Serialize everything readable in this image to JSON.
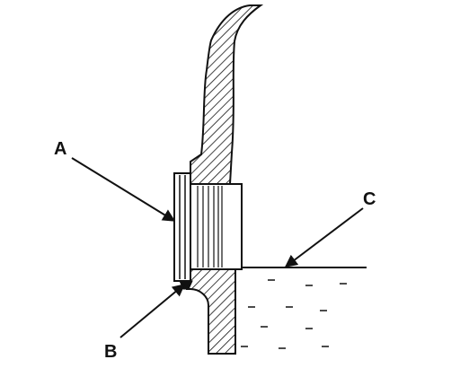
{
  "callouts": {
    "a": {
      "label": "A"
    },
    "b": {
      "label": "B"
    },
    "c": {
      "label": "C"
    }
  },
  "colors": {
    "ink": "#111111",
    "background": "#ffffff"
  }
}
